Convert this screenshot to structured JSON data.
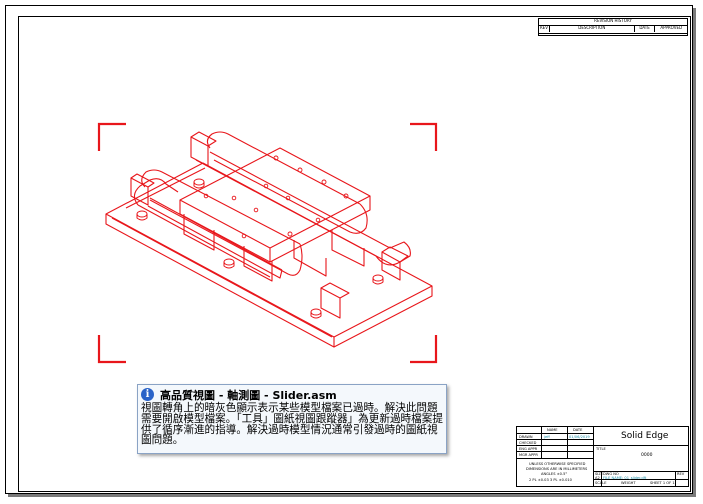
{
  "revision_history": {
    "title": "REVISION HISTORY",
    "columns": [
      "REV",
      "DESCRIPTION",
      "DATE",
      "APPROVED"
    ]
  },
  "info_tooltip": {
    "icon": "info-icon",
    "title": "高品質視圖 - 軸測圖 - Slider.asm",
    "body": "視圖轉角上的暗灰色顯示表示某些模型檔案已過時。解決此問題需要開啟模型檔案。「工具」圖紙視圖跟蹤器」為更新過時檔案提供了循序漸進的指導。解決過時模型情況通常引發過時的圖紙視圖問題。"
  },
  "title_block": {
    "name_label": "NAME",
    "date_label": "DATE",
    "rows": [
      "DRAWN",
      "CHECKED",
      "ENG APPR",
      "MGR APPR"
    ],
    "drawn_name": "jeff",
    "drawn_date": "01/06/2019",
    "brand": "Solid Edge",
    "title_label": "TITLE",
    "title_value": "0000",
    "notes": [
      "UNLESS OTHERWISE SPECIFIED",
      "DIMENSIONS ARE IN MILLIMETERS",
      "ANGLES ±0.5°",
      "2 PL ±0.03  3 PL ±0.010"
    ],
    "size_label": "SIZE",
    "dwg_label": "DWG NO",
    "size_value": "A2",
    "file_name": "FILE NAME: 01_slider.dft",
    "rev_label": "REV",
    "scale_label": "SCALE",
    "weight_label": "WEIGHT",
    "sheet_label": "SHEET 1 OF 1"
  },
  "colors": {
    "view_red": "#e8161b",
    "tooltip_bg": "#f4f8fc",
    "info_blue": "#2a63c8"
  }
}
